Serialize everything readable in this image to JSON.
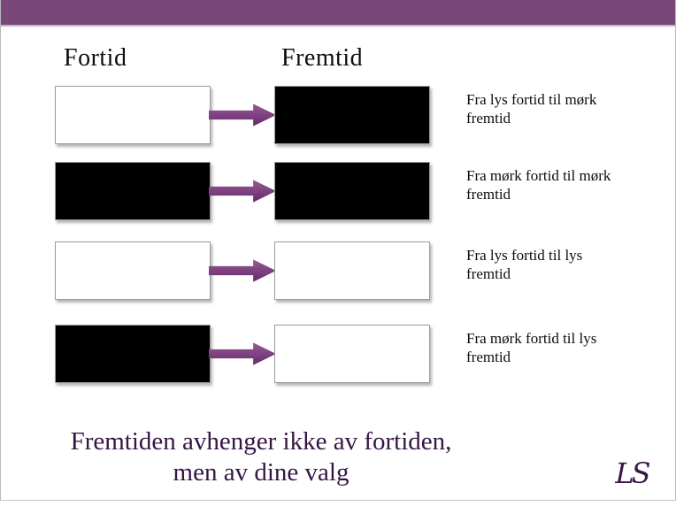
{
  "slide": {
    "headers": {
      "fortid": "Fortid",
      "fremtid": "Fremtid"
    },
    "rows": [
      {
        "label": "Fra lys fortid til mørk fremtid",
        "from_color": "#ffffff",
        "to_color": "#000000"
      },
      {
        "label": "Fra mørk fortid til mørk fremtid",
        "from_color": "#000000",
        "to_color": "#000000"
      },
      {
        "label": "Fra lys fortid til lys fremtid",
        "from_color": "#ffffff",
        "to_color": "#ffffff"
      },
      {
        "label": "Fra mørk fortid til lys fremtid",
        "from_color": "#000000",
        "to_color": "#ffffff"
      }
    ],
    "footer": {
      "line1": "Fremtiden avhenger ikke av fortiden,",
      "line2": "men av dine valg"
    },
    "logo": {
      "text": "LS"
    },
    "colors": {
      "top_bar": "#7a4878",
      "top_bar_accent": "#cbb3cd",
      "arrow_gradient_top": "#966196",
      "arrow_gradient_bottom": "#5c2663",
      "footer_text": "#351643",
      "box_border": "#9c9c9c"
    }
  }
}
